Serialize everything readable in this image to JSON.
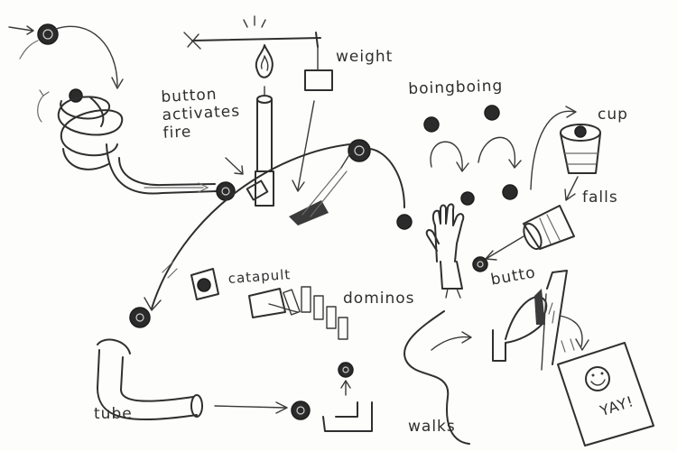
{
  "labels": {
    "button_activates_fire": [
      "button",
      "activates",
      "fire"
    ],
    "weight": "weight",
    "boingboing": "boingboing",
    "cup": "cup",
    "falls": "falls",
    "button": "butto",
    "catapult": "catapult",
    "dominos": "dominos",
    "tube": "tube",
    "walks": "walks",
    "sign": "YAY!"
  },
  "colors": {
    "ink": "#2f2f2f",
    "paper": "#fdfdfc"
  }
}
